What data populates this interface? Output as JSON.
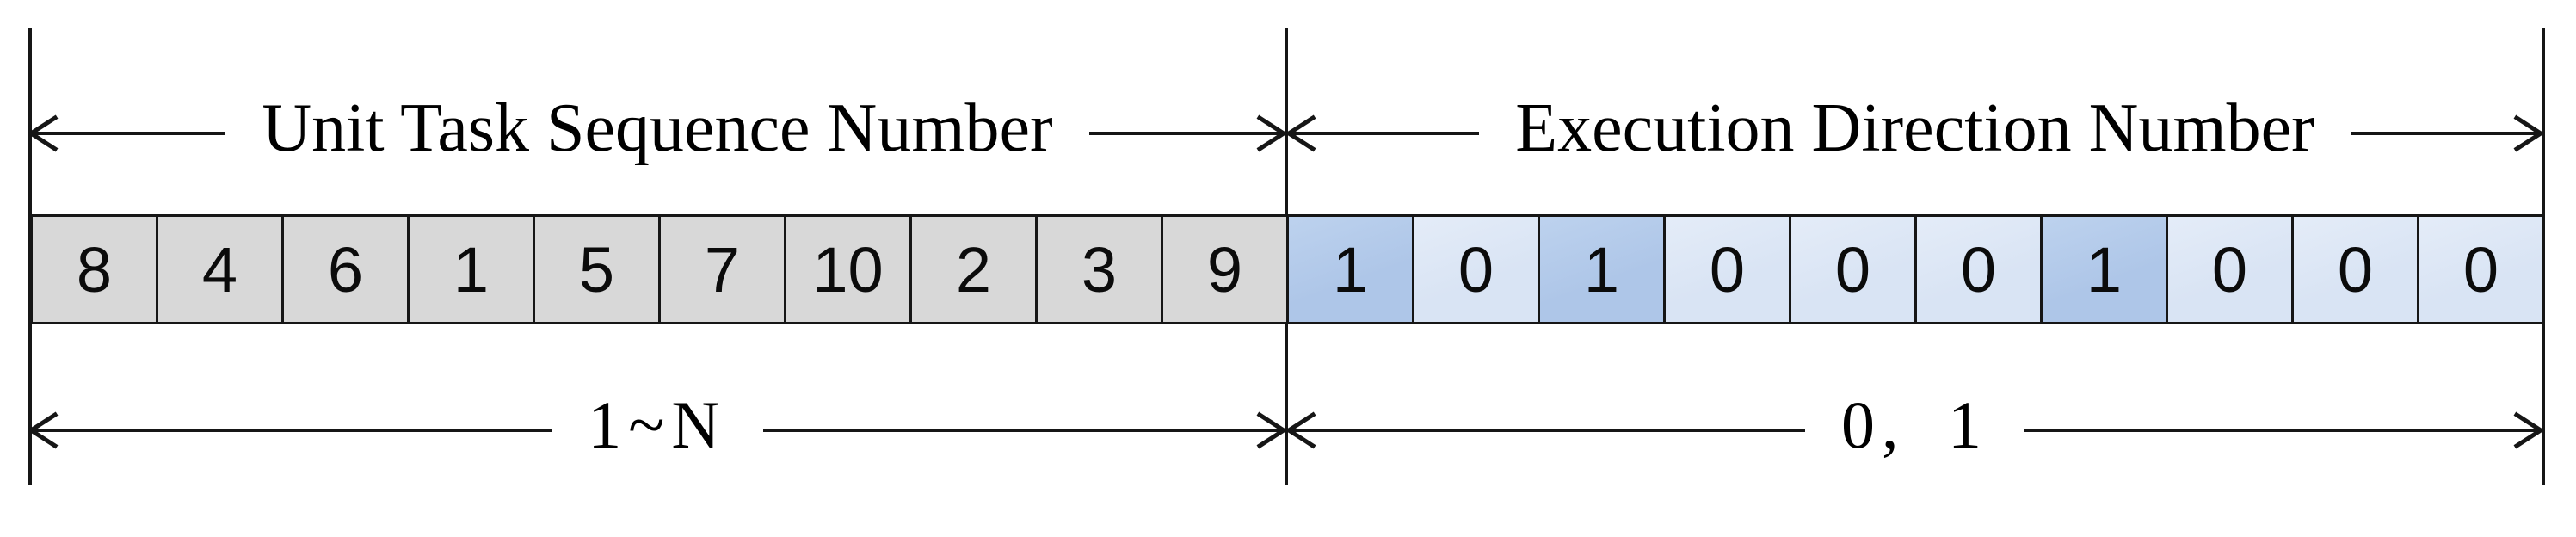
{
  "sections": {
    "left": {
      "title": "Unit Task Sequence Number",
      "range": "1~N"
    },
    "right": {
      "title": "Execution Direction Number",
      "range": "0, 1"
    }
  },
  "encoding": {
    "unit_task_sequence": [
      "8",
      "4",
      "6",
      "1",
      "5",
      "7",
      "10",
      "2",
      "3",
      "9"
    ],
    "execution_direction": [
      "1",
      "0",
      "1",
      "0",
      "0",
      "0",
      "1",
      "0",
      "0",
      "0"
    ]
  },
  "colors": {
    "line": "#161616",
    "gray_cell": "#d8d8d8",
    "blue_one_cell": "#aec6e8",
    "blue_zero_cell": "#d9e4f4"
  }
}
